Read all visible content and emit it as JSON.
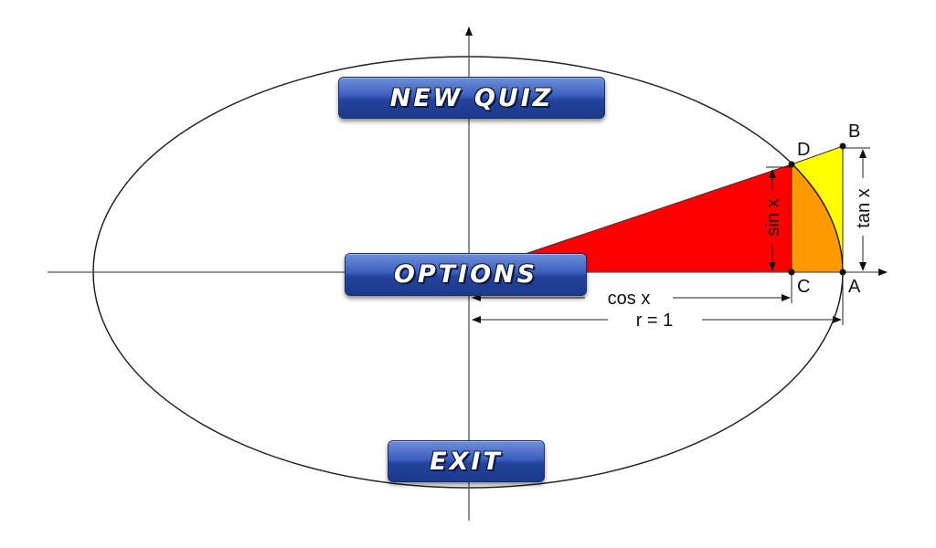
{
  "menu": {
    "new_quiz": "NEW QUIZ",
    "options": "OPTIONS",
    "exit": "EXIT"
  },
  "diagram": {
    "point_d": "D",
    "point_b": "B",
    "point_c": "C",
    "point_a": "A",
    "sin_label": "sin x",
    "tan_label": "tan x",
    "cos_label": "cos x",
    "radius_label": "r = 1"
  },
  "colors": {
    "sin_triangle": "#ff0000",
    "sector": "#ff9900",
    "tan_triangle": "#ffff00",
    "button_blue": "#2a4aa6"
  }
}
